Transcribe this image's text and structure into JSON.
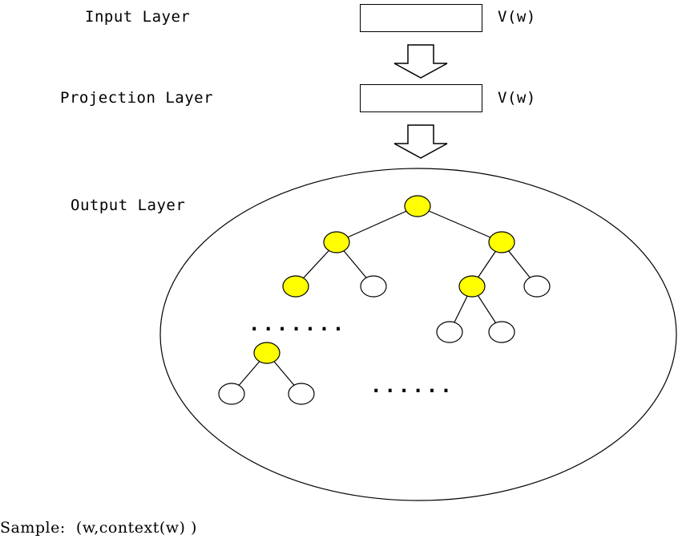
{
  "layers": {
    "input": {
      "label": "Input Layer",
      "vector": "V(w)"
    },
    "projection": {
      "label": "Projection Layer",
      "vector": "V(w)"
    },
    "output": {
      "label": "Output Layer"
    }
  },
  "ellipsis": ".......",
  "ellipsis_second": "......",
  "sample": "Sample:  (w,context(w) )",
  "colors": {
    "highlighted_node": "#ffff00",
    "plain_node": "#ffffff",
    "stroke": "#000000"
  }
}
